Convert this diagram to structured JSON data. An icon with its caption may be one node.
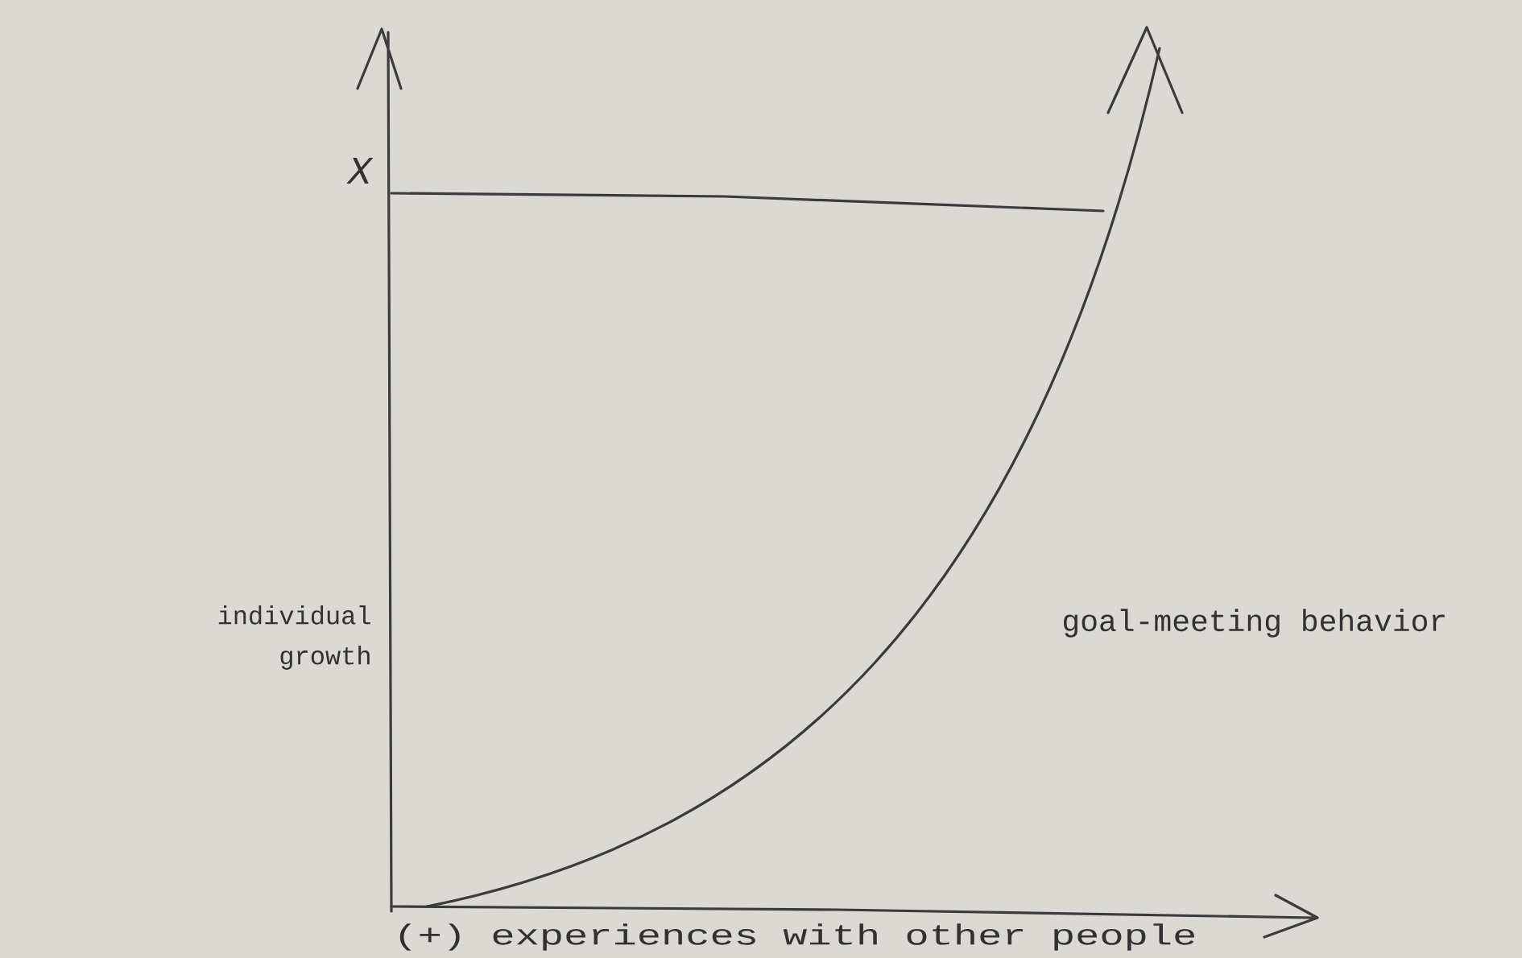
{
  "diagram": {
    "labels": [
      "X",
      "individual growth",
      "goal-meeting behavior",
      "(+) experiences with other people"
    ]
  }
}
